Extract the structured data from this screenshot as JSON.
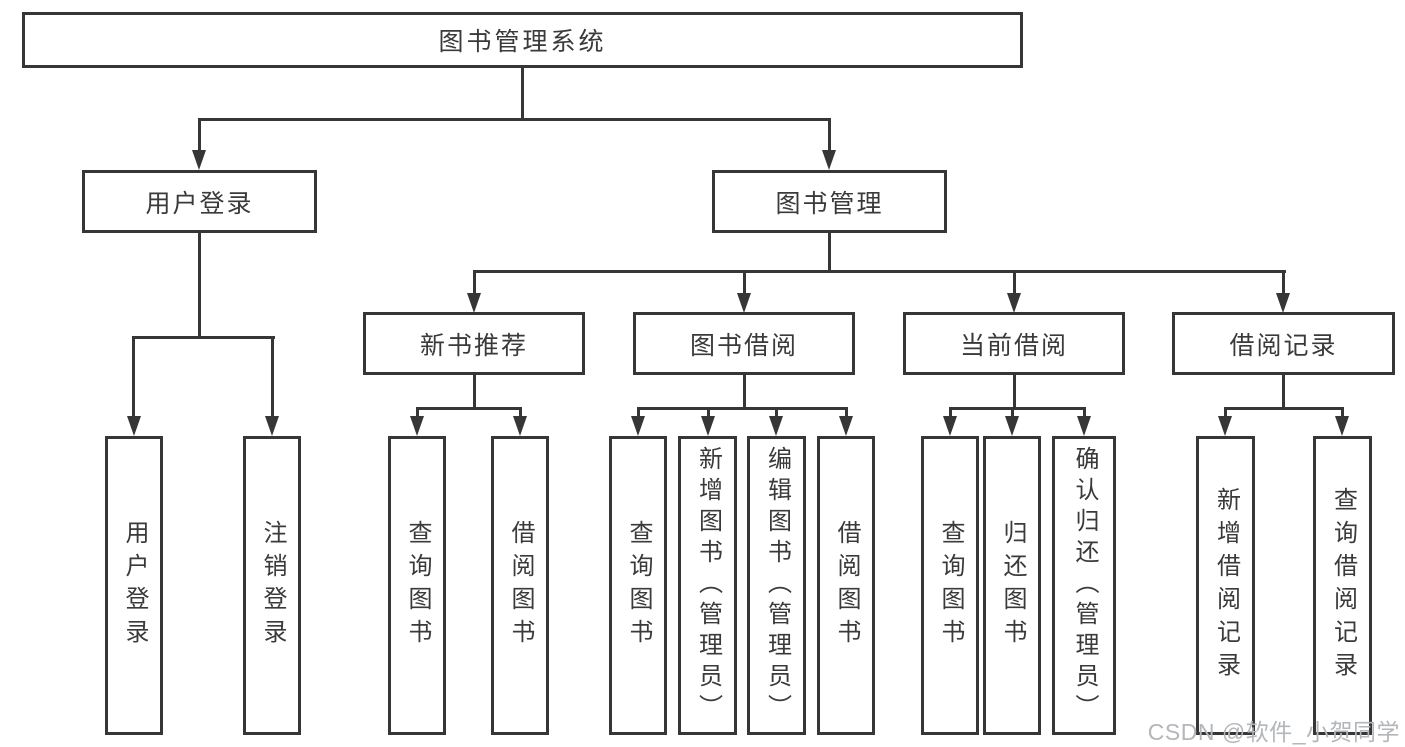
{
  "colors": {
    "line": "#363636",
    "box_border": "#363636",
    "box_fill": "#ffffff",
    "text": "#3a3a3a",
    "background": "#ffffff",
    "watermark": "#b3b6ba"
  },
  "watermark": {
    "text": "CSDN @软件_小贺同学"
  },
  "nodes": {
    "root": {
      "label": "图书管理系统"
    },
    "user_login": {
      "label": "用户登录"
    },
    "book_mgmt": {
      "label": "图书管理"
    },
    "new_book_rec": {
      "label": "新书推荐"
    },
    "book_borrow": {
      "label": "图书借阅"
    },
    "current_borrow": {
      "label": "当前借阅"
    },
    "borrow_record": {
      "label": "借阅记录"
    },
    "ul_user_login": {
      "label": "用户登录"
    },
    "ul_logout": {
      "label": "注销登录"
    },
    "nb_query_book": {
      "label": "查询图书"
    },
    "nb_borrow_book": {
      "label": "借阅图书"
    },
    "bb_query_book": {
      "label": "查询图书"
    },
    "bb_add_book": {
      "label": "新增图书（管理员）"
    },
    "bb_edit_book": {
      "label": "编辑图书（管理员）"
    },
    "bb_borrow_book": {
      "label": "借阅图书"
    },
    "cb_query_book": {
      "label": "查询图书"
    },
    "cb_return_book": {
      "label": "归还图书"
    },
    "cb_confirm_return": {
      "label": "确认归还（管理员）"
    },
    "br_add_record": {
      "label": "新增借阅记录"
    },
    "br_query_record": {
      "label": "查询借阅记录"
    }
  },
  "tree": {
    "root": [
      "user_login",
      "book_mgmt"
    ],
    "user_login": [
      "ul_user_login",
      "ul_logout"
    ],
    "book_mgmt": [
      "new_book_rec",
      "book_borrow",
      "current_borrow",
      "borrow_record"
    ],
    "new_book_rec": [
      "nb_query_book",
      "nb_borrow_book"
    ],
    "book_borrow": [
      "bb_query_book",
      "bb_add_book",
      "bb_edit_book",
      "bb_borrow_book"
    ],
    "current_borrow": [
      "cb_query_book",
      "cb_return_book",
      "cb_confirm_return"
    ],
    "borrow_record": [
      "br_add_record",
      "br_query_record"
    ]
  }
}
